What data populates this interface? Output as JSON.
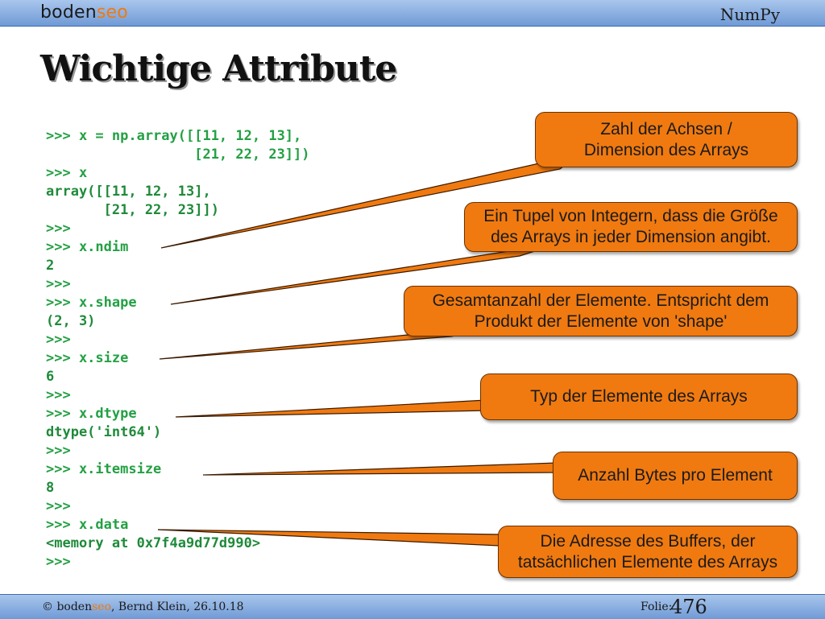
{
  "header": {
    "brand_prefix": "boden",
    "brand_accent": "seo",
    "topic": "NumPy"
  },
  "title": "Wichtige Attribute",
  "code_lines": [
    {
      "kind": "in",
      "text": ">>> x = np.array([[11, 12, 13],"
    },
    {
      "kind": "in",
      "text": "                  [21, 22, 23]])"
    },
    {
      "kind": "in",
      "text": ">>> x"
    },
    {
      "kind": "out",
      "text": "array([[11, 12, 13],"
    },
    {
      "kind": "out",
      "text": "       [21, 22, 23]])"
    },
    {
      "kind": "in",
      "text": ">>>"
    },
    {
      "kind": "in",
      "text": ">>> x.ndim"
    },
    {
      "kind": "out",
      "text": "2"
    },
    {
      "kind": "in",
      "text": ">>>"
    },
    {
      "kind": "in",
      "text": ">>> x.shape"
    },
    {
      "kind": "out",
      "text": "(2, 3)"
    },
    {
      "kind": "in",
      "text": ">>>"
    },
    {
      "kind": "in",
      "text": ">>> x.size"
    },
    {
      "kind": "out",
      "text": "6"
    },
    {
      "kind": "in",
      "text": ">>>"
    },
    {
      "kind": "in",
      "text": ">>> x.dtype"
    },
    {
      "kind": "out",
      "text": "dtype('int64')"
    },
    {
      "kind": "in",
      "text": ">>>"
    },
    {
      "kind": "in",
      "text": ">>> x.itemsize"
    },
    {
      "kind": "out",
      "text": "8"
    },
    {
      "kind": "in",
      "text": ">>>"
    },
    {
      "kind": "in",
      "text": ">>> x.data"
    },
    {
      "kind": "out",
      "text": "<memory at 0x7f4a9d77d990>"
    },
    {
      "kind": "in",
      "text": ">>>"
    }
  ],
  "callouts": {
    "ndim": [
      "Zahl der Achsen /",
      "Dimension des Arrays"
    ],
    "shape": [
      "Ein Tupel von Integern, dass die Größe",
      "des Arrays in jeder Dimension angibt."
    ],
    "size": [
      "Gesamtanzahl der Elemente. Entspricht dem",
      "Produkt der Elemente von 'shape'"
    ],
    "dtype": [
      "Typ der Elemente des Arrays"
    ],
    "itemsize": [
      "Anzahl Bytes pro Element"
    ],
    "data": [
      "Die Adresse des Buffers, der",
      "tatsächlichen Elemente des Arrays"
    ]
  },
  "footer": {
    "copyright_symbol": "©",
    "brand_prefix": "boden",
    "brand_accent": "seo",
    "author_date": ", Bernd Klein, 26.10.18",
    "folio_label": "Folie:",
    "page_number": "476"
  },
  "colors": {
    "code_green": "#23a043",
    "callout_orange": "#f07a10",
    "bar_blue": "#6f9ad6"
  }
}
